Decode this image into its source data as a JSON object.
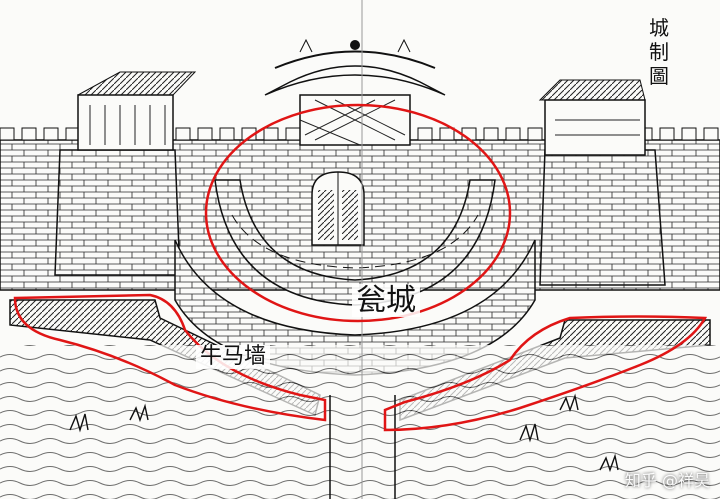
{
  "title": "城制圖",
  "labels": {
    "barbican": "瓮城",
    "moat_wall": "牛马墙"
  },
  "watermark": "知乎 @祥昊",
  "colors": {
    "ink": "#141414",
    "paper": "#fbfbf9",
    "annotation": "#e01515"
  }
}
